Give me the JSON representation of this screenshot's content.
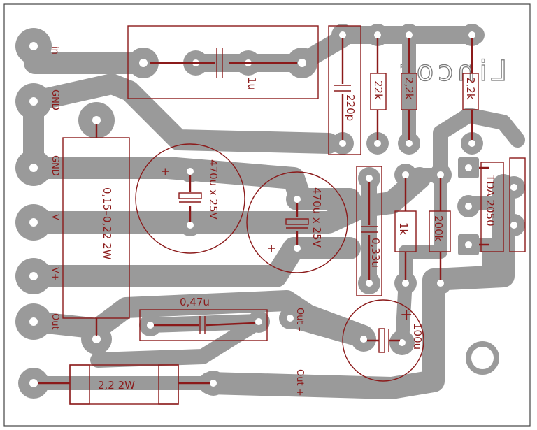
{
  "brand": "Lincor",
  "connectors": {
    "in": "in",
    "gnd_top": "GND",
    "gnd": "GND",
    "v_minus": "V–",
    "v_plus": "V+",
    "out_minus_left": "Out –",
    "out_minus_mid": "Out –",
    "out_plus": "Out +"
  },
  "components": {
    "c_1u": "1u",
    "c_220p": "220p",
    "r_22k": "22k",
    "r_2k2_a": "2,2k",
    "r_2k2_b": "2,2k",
    "c_470_left": "470u x 25V",
    "c_470_right": "470u x 25V",
    "r_015": "0,15–0,22 2W",
    "c_033": "0,33u",
    "r_1k": "1k",
    "r_200k": "200k",
    "ic": "TDA 2050",
    "c_047": "0,47u",
    "c_100u": "100u",
    "r_22_2w": "2,2 2W",
    "plus_a": "+",
    "plus_b": "+",
    "plus_c": "+"
  },
  "colors": {
    "copper": "#9a9a9a",
    "silkscreen": "#8b1a1a",
    "background": "#ffffff"
  }
}
